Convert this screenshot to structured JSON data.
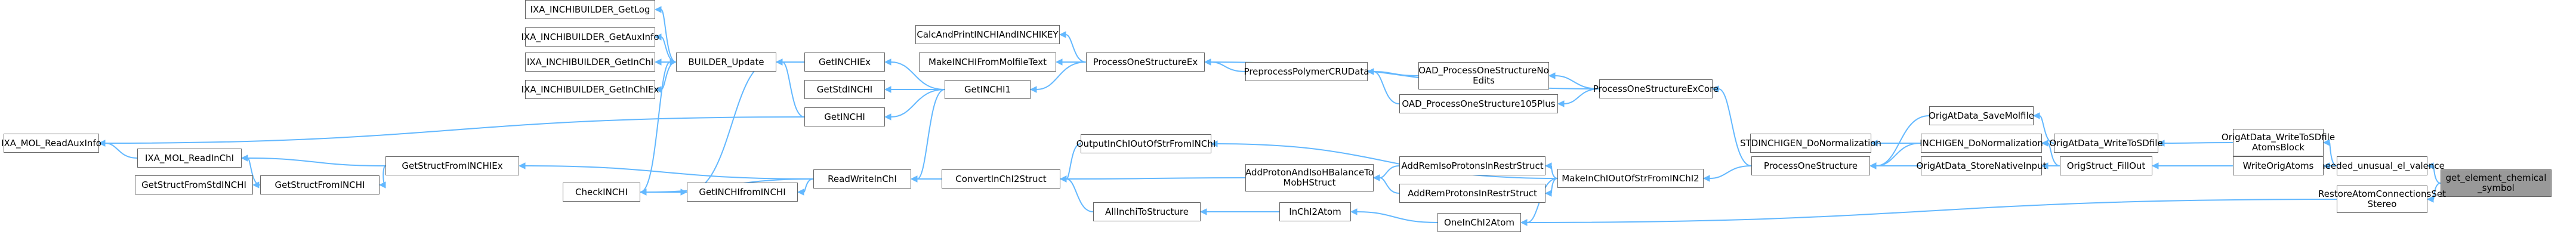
{
  "graph": {
    "nodes": [
      {
        "id": "n_root",
        "label": "get_element_chemical\n_symbol"
      },
      {
        "id": "n_needed",
        "label": "needed_unusual_el_valence"
      },
      {
        "id": "n_restore",
        "label": "RestoreAtomConnectionsSet\nStereo"
      },
      {
        "id": "n_origat_write",
        "label": "OrigAtData_WriteToSDfile\nAtomsBlock"
      },
      {
        "id": "n_writeorig",
        "label": "WriteOrigAtoms"
      },
      {
        "id": "n_origat_save",
        "label": "OrigAtData_SaveMolfile"
      },
      {
        "id": "n_origat_wsd",
        "label": "OrigAtData_WriteToSDfile"
      },
      {
        "id": "n_inchigen_donorm",
        "label": "INCHIGEN_DoNormalization"
      },
      {
        "id": "n_origstruct_fill",
        "label": "OrigStruct_FillOut"
      },
      {
        "id": "n_origat_store",
        "label": "OrigAtData_StoreNativeInput"
      },
      {
        "id": "n_stdinchigen",
        "label": "STDINCHIGEN_DoNormalization"
      },
      {
        "id": "n_pos",
        "label": "ProcessOneStructure"
      },
      {
        "id": "n_posex_core",
        "label": "ProcessOneStructureExCore"
      },
      {
        "id": "n_oad_noedits",
        "label": "OAD_ProcessOneStructureNo\nEdits"
      },
      {
        "id": "n_oad_105",
        "label": "OAD_ProcessOneStructure105Plus"
      },
      {
        "id": "n_preprocess",
        "label": "PreprocessPolymerCRUData"
      },
      {
        "id": "n_posex",
        "label": "ProcessOneStructureEx"
      },
      {
        "id": "n_calcprint",
        "label": "CalcAndPrintINCHIAndINCHIKEY"
      },
      {
        "id": "n_makeinchi",
        "label": "MakeINCHIFromMolfileText"
      },
      {
        "id": "n_getinchi1",
        "label": "GetINCHI1"
      },
      {
        "id": "n_getinchiex",
        "label": "GetINCHIEx"
      },
      {
        "id": "n_getstdinchi",
        "label": "GetStdINCHI"
      },
      {
        "id": "n_getinchi",
        "label": "GetINCHI"
      },
      {
        "id": "n_builder",
        "label": "BUILDER_Update"
      },
      {
        "id": "n_ixa_getlog",
        "label": "IXA_INCHIBUILDER_GetLog"
      },
      {
        "id": "n_ixa_getaux",
        "label": "IXA_INCHIBUILDER_GetAuxInfo"
      },
      {
        "id": "n_ixa_getinchi",
        "label": "IXA_INCHIBUILDER_GetInChI"
      },
      {
        "id": "n_ixa_getinchiex",
        "label": "IXA_INCHIBUILDER_GetInChIEx"
      },
      {
        "id": "n_ixa_readaux",
        "label": "IXA_MOL_ReadAuxInfo"
      },
      {
        "id": "n_makeinchioutof",
        "label": "MakeInChIOutOfStrFromINChI2"
      },
      {
        "id": "n_addremiso",
        "label": "AddRemIsoProtonsInRestrStruct"
      },
      {
        "id": "n_addremprot",
        "label": "AddRemProtonsInRestrStruct"
      },
      {
        "id": "n_addprotonhb",
        "label": "AddProtonAndIsoHBalanceTo\nMobHStruct"
      },
      {
        "id": "n_outputinchi",
        "label": "OutputInChIOutOfStrFromINChI"
      },
      {
        "id": "n_convert",
        "label": "ConvertInChI2Struct"
      },
      {
        "id": "n_oneinchi2atom",
        "label": "OneInChI2Atom"
      },
      {
        "id": "n_inchi2atom",
        "label": "InChI2Atom"
      },
      {
        "id": "n_allinchi",
        "label": "AllInchiToStructure"
      },
      {
        "id": "n_readwrite",
        "label": "ReadWriteInChI"
      },
      {
        "id": "n_getinchifrominchi",
        "label": "GetINCHIfromINCHI"
      },
      {
        "id": "n_checkinchi",
        "label": "CheckINCHI"
      },
      {
        "id": "n_getstructfrominchiex",
        "label": "GetStructFromINCHIEx"
      },
      {
        "id": "n_getstructfrominchi",
        "label": "GetStructFromINCHI"
      },
      {
        "id": "n_getstructfromstdinchi",
        "label": "GetStructFromStdINCHI"
      },
      {
        "id": "n_ixa_readinchi",
        "label": "IXA_MOL_ReadInChI"
      }
    ],
    "edges": [
      {
        "from": "n_needed",
        "to": "n_root"
      },
      {
        "from": "n_restore",
        "to": "n_root"
      },
      {
        "from": "n_origat_write",
        "to": "n_needed"
      },
      {
        "from": "n_writeorig",
        "to": "n_needed"
      },
      {
        "from": "n_origat_wsd",
        "to": "n_origat_write"
      },
      {
        "from": "n_origstruct_fill",
        "to": "n_writeorig"
      },
      {
        "from": "n_origat_save",
        "to": "n_origat_wsd"
      },
      {
        "from": "n_inchigen_donorm",
        "to": "n_origstruct_fill"
      },
      {
        "from": "n_origat_store",
        "to": "n_origstruct_fill"
      },
      {
        "from": "n_pos",
        "to": "n_origat_save"
      },
      {
        "from": "n_pos",
        "to": "n_inchigen_donorm"
      },
      {
        "from": "n_pos",
        "to": "n_origat_store"
      },
      {
        "from": "n_stdinchigen",
        "to": "n_inchigen_donorm"
      },
      {
        "from": "n_posex_core",
        "to": "n_pos"
      },
      {
        "from": "n_oad_noedits",
        "to": "n_posex_core"
      },
      {
        "from": "n_oad_105",
        "to": "n_posex_core"
      },
      {
        "from": "n_posex",
        "to": "n_posex_core"
      },
      {
        "from": "n_preprocess",
        "to": "n_oad_noedits"
      },
      {
        "from": "n_preprocess",
        "to": "n_oad_105"
      },
      {
        "from": "n_posex",
        "to": "n_preprocess"
      },
      {
        "from": "n_calcprint",
        "to": "n_posex"
      },
      {
        "from": "n_makeinchi",
        "to": "n_posex"
      },
      {
        "from": "n_getinchi1",
        "to": "n_posex"
      },
      {
        "from": "n_getinchiex",
        "to": "n_getinchi1"
      },
      {
        "from": "n_getstdinchi",
        "to": "n_getinchi1"
      },
      {
        "from": "n_getinchi",
        "to": "n_getinchi1"
      },
      {
        "from": "n_builder",
        "to": "n_getinchiex"
      },
      {
        "from": "n_builder",
        "to": "n_getinchi"
      },
      {
        "from": "n_ixa_getlog",
        "to": "n_builder"
      },
      {
        "from": "n_ixa_getaux",
        "to": "n_builder"
      },
      {
        "from": "n_ixa_getinchi",
        "to": "n_builder"
      },
      {
        "from": "n_ixa_getinchiex",
        "to": "n_builder"
      },
      {
        "from": "n_ixa_readaux",
        "to": "n_getinchi"
      },
      {
        "from": "n_ixa_readaux",
        "to": "n_ixa_readinchi"
      },
      {
        "from": "n_makeinchioutof",
        "to": "n_pos"
      },
      {
        "from": "n_oneinchi2atom",
        "to": "n_restore"
      },
      {
        "from": "n_addremiso",
        "to": "n_makeinchioutof"
      },
      {
        "from": "n_addremprot",
        "to": "n_makeinchioutof"
      },
      {
        "from": "n_oneinchi2atom",
        "to": "n_makeinchioutof"
      },
      {
        "from": "n_addprotonhb",
        "to": "n_addremiso"
      },
      {
        "from": "n_addprotonhb",
        "to": "n_addremprot"
      },
      {
        "from": "n_outputinchi",
        "to": "n_makeinchioutof"
      },
      {
        "from": "n_convert",
        "to": "n_outputinchi"
      },
      {
        "from": "n_convert",
        "to": "n_addprotonhb"
      },
      {
        "from": "n_inchi2atom",
        "to": "n_oneinchi2atom"
      },
      {
        "from": "n_allinchi",
        "to": "n_inchi2atom"
      },
      {
        "from": "n_convert",
        "to": "n_allinchi"
      },
      {
        "from": "n_readwrite",
        "to": "n_convert"
      },
      {
        "from": "n_readwrite",
        "to": "n_getinchi1"
      },
      {
        "from": "n_getinchifrominchi",
        "to": "n_readwrite"
      },
      {
        "from": "n_checkinchi",
        "to": "n_readwrite"
      },
      {
        "from": "n_getstructfrominchiex",
        "to": "n_readwrite"
      },
      {
        "from": "n_getinchifrominchi",
        "to": "n_checkinchi"
      },
      {
        "from": "n_checkinchi",
        "to": "n_getinchifrominchi"
      },
      {
        "from": "n_builder",
        "to": "n_checkinchi"
      },
      {
        "from": "n_builder",
        "to": "n_getinchifrominchi"
      },
      {
        "from": "n_getstructfrominchi",
        "to": "n_getstructfrominchiex"
      },
      {
        "from": "n_ixa_readinchi",
        "to": "n_getstructfrominchiex"
      },
      {
        "from": "n_getstructfromstdinchi",
        "to": "n_getstructfrominchi"
      },
      {
        "from": "n_ixa_readinchi",
        "to": "n_getstructfrominchi"
      }
    ],
    "colors": {
      "edge": "#63b8ff",
      "node_border": "#666666",
      "root_fill": "#999999"
    }
  }
}
